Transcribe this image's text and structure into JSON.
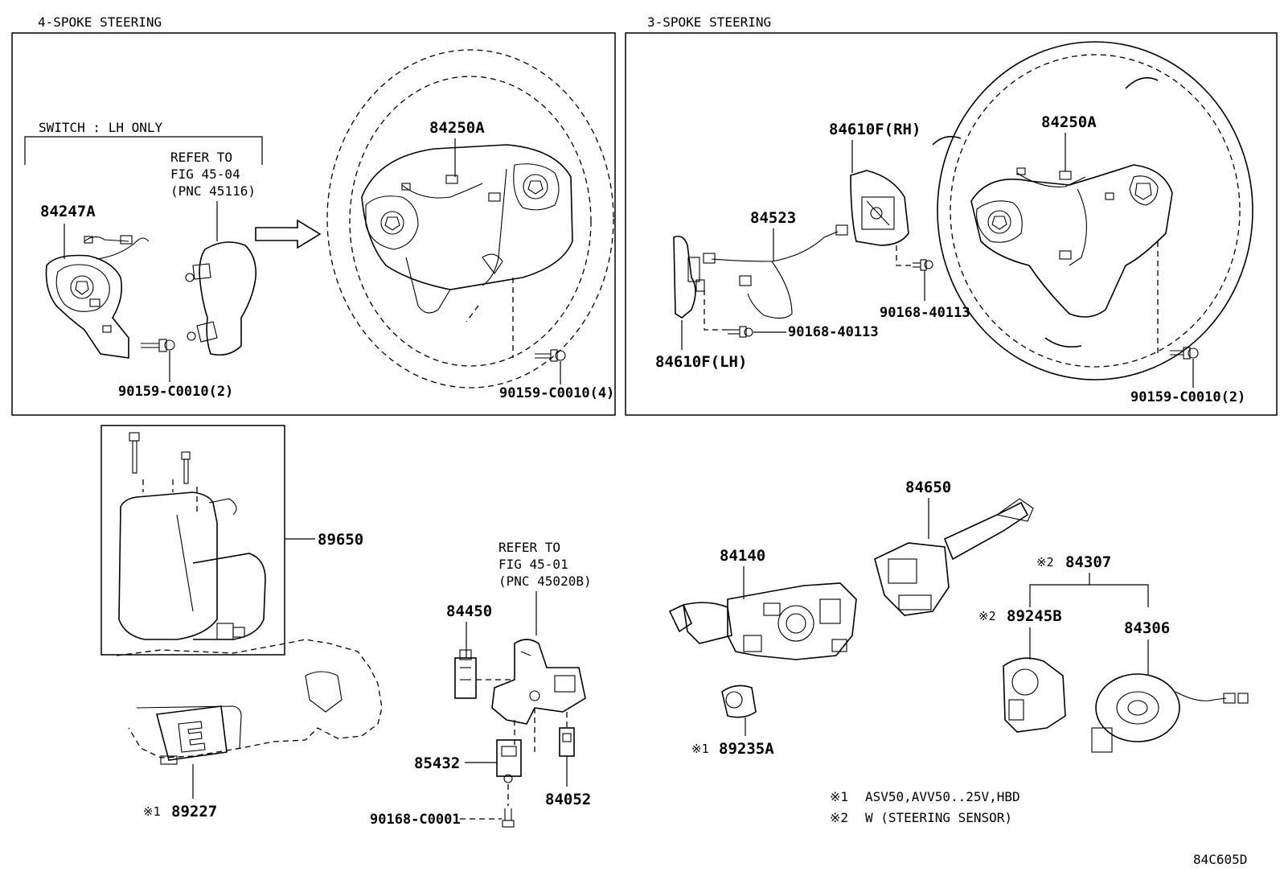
{
  "panels": {
    "four_spoke": "4-SPOKE STEERING",
    "three_spoke": "3-SPOKE STEERING"
  },
  "notes": {
    "switch_lh_only": "SWITCH : LH ONLY",
    "refer_45_04": [
      "REFER TO",
      "FIG 45-04",
      "(PNC 45116)"
    ],
    "refer_45_01": [
      "REFER TO",
      "FIG 45-01",
      "(PNC 45020B)"
    ]
  },
  "parts": {
    "p84247A": "84247A",
    "p84250A_4": "84250A",
    "p90159_4_2": "90159-C0010(2)",
    "p90159_4_4": "90159-C0010(4)",
    "p84610F_RH": "84610F(RH)",
    "p84523": "84523",
    "p84250A_3": "84250A",
    "p90168_40113_a": "90168-40113",
    "p90168_40113_b": "90168-40113",
    "p84610F_LH": "84610F(LH)",
    "p90159_3_2": "90159-C0010(2)",
    "p89650": "89650",
    "p89227": "89227",
    "p84450": "84450",
    "p85432": "85432",
    "p90168_C0001": "90168-C0001",
    "p84052": "84052",
    "p84140": "84140",
    "p89235A": "89235A",
    "p84650": "84650",
    "p84307": "84307",
    "p89245B": "89245B",
    "p84306": "84306"
  },
  "marks": {
    "m1": "※1",
    "m2": "※2"
  },
  "legend": {
    "note1_mark": "※1",
    "note1_text": "ASV50,AVV50..25V,HBD",
    "note2_mark": "※2",
    "note2_text": "W (STEERING SENSOR)"
  },
  "illustration_code": "84C605D"
}
